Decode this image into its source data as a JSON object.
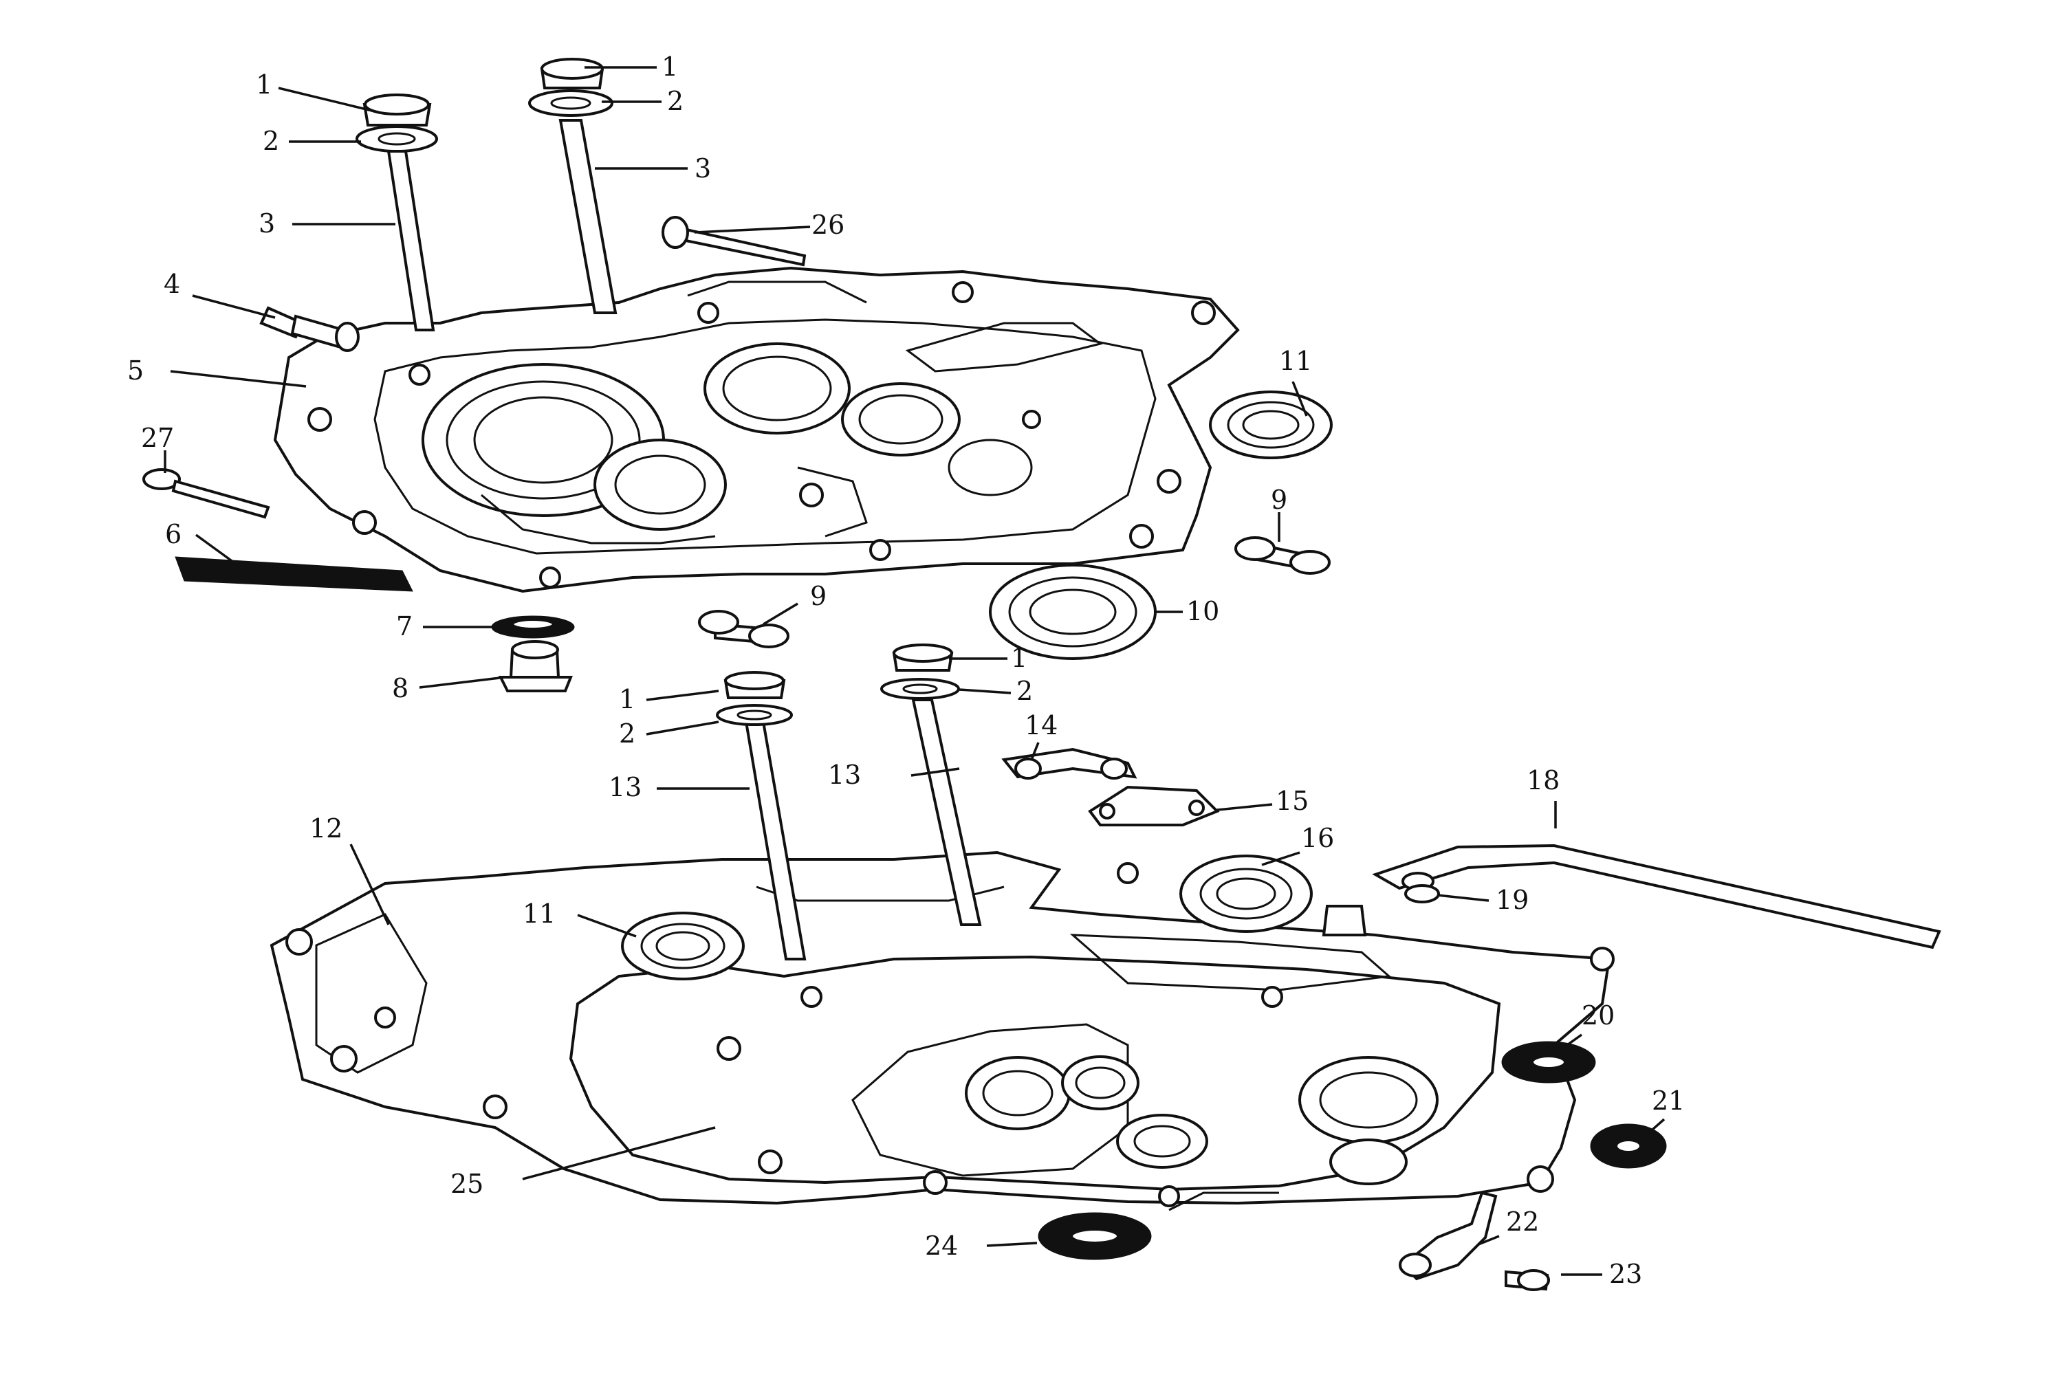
{
  "colors": {
    "ink": "#111111",
    "paper": "#ffffff"
  },
  "callouts": {
    "c1a": "1",
    "c2a": "2",
    "c3a": "3",
    "c1b": "1",
    "c2b": "2",
    "c3b": "3",
    "c26": "26",
    "c4": "4",
    "c5": "5",
    "c27": "27",
    "c6": "6",
    "c11a": "11",
    "c9a": "9",
    "c9b": "9",
    "c10": "10",
    "c7": "7",
    "c8": "8",
    "c1c": "1",
    "c2c": "2",
    "c1d": "1",
    "c2d": "2",
    "c14": "14",
    "c13a": "13",
    "c13b": "13",
    "c15": "15",
    "c12": "12",
    "c16": "16",
    "c18": "18",
    "c19": "19",
    "c11b": "11",
    "c20": "20",
    "c21": "21",
    "c22": "22",
    "c23": "23",
    "c24": "24",
    "c25": "25"
  }
}
